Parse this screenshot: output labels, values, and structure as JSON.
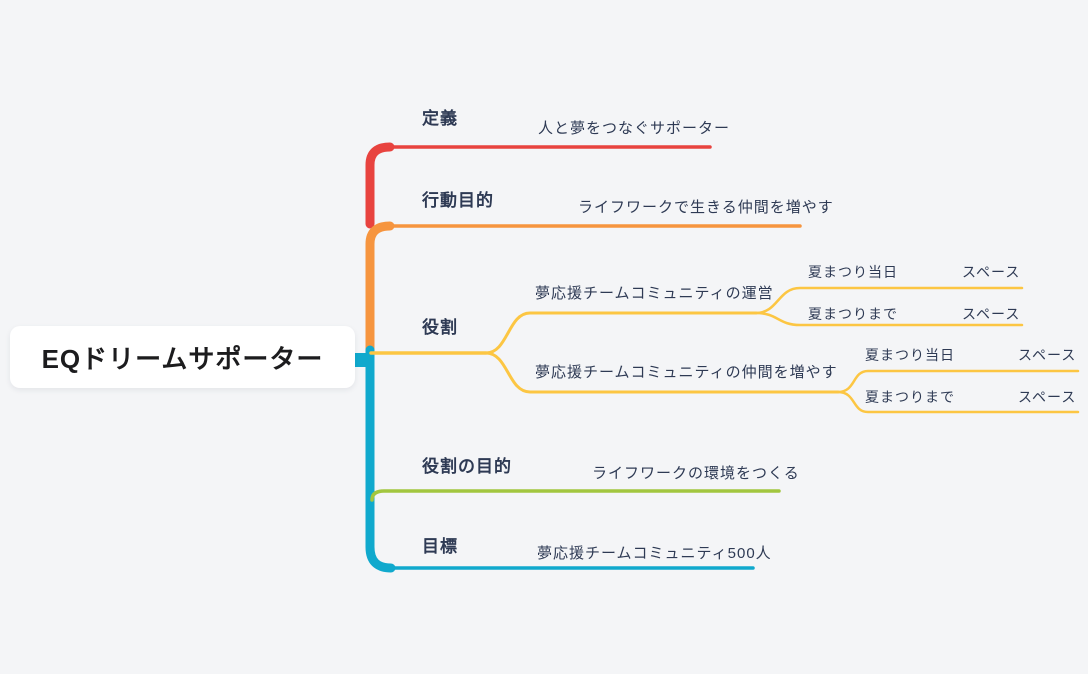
{
  "canvas": {
    "background": "#f4f5f7"
  },
  "root": {
    "label": "EQドリームサポーター"
  },
  "branches": [
    {
      "label": "定義",
      "color": "#e8433f",
      "children": [
        {
          "label": "人と夢をつなぐサポーター"
        }
      ]
    },
    {
      "label": "行動目的",
      "color": "#f6953f",
      "children": [
        {
          "label": "ライフワークで生きる仲間を増やす"
        }
      ]
    },
    {
      "label": "役割",
      "color": "#fcc643",
      "children": [
        {
          "label": "夢応援チームコミュニティの運営",
          "children": [
            {
              "label": "夏まつり当日",
              "children": [
                {
                  "label": "スペース"
                }
              ]
            },
            {
              "label": "夏まつりまで",
              "children": [
                {
                  "label": "スペース"
                }
              ]
            }
          ]
        },
        {
          "label": "夢応援チームコミュニティの仲間を増やす",
          "children": [
            {
              "label": "夏まつり当日",
              "children": [
                {
                  "label": "スペース"
                }
              ]
            },
            {
              "label": "夏まつりまで",
              "children": [
                {
                  "label": "スペース"
                }
              ]
            }
          ]
        }
      ]
    },
    {
      "label": "役割の目的",
      "color": "#a2c63f",
      "children": [
        {
          "label": "ライフワークの環境をつくる"
        }
      ]
    },
    {
      "label": "目標",
      "color": "#10a9cd",
      "children": [
        {
          "label": "夢応援チームコミュニティ500人"
        }
      ]
    }
  ]
}
